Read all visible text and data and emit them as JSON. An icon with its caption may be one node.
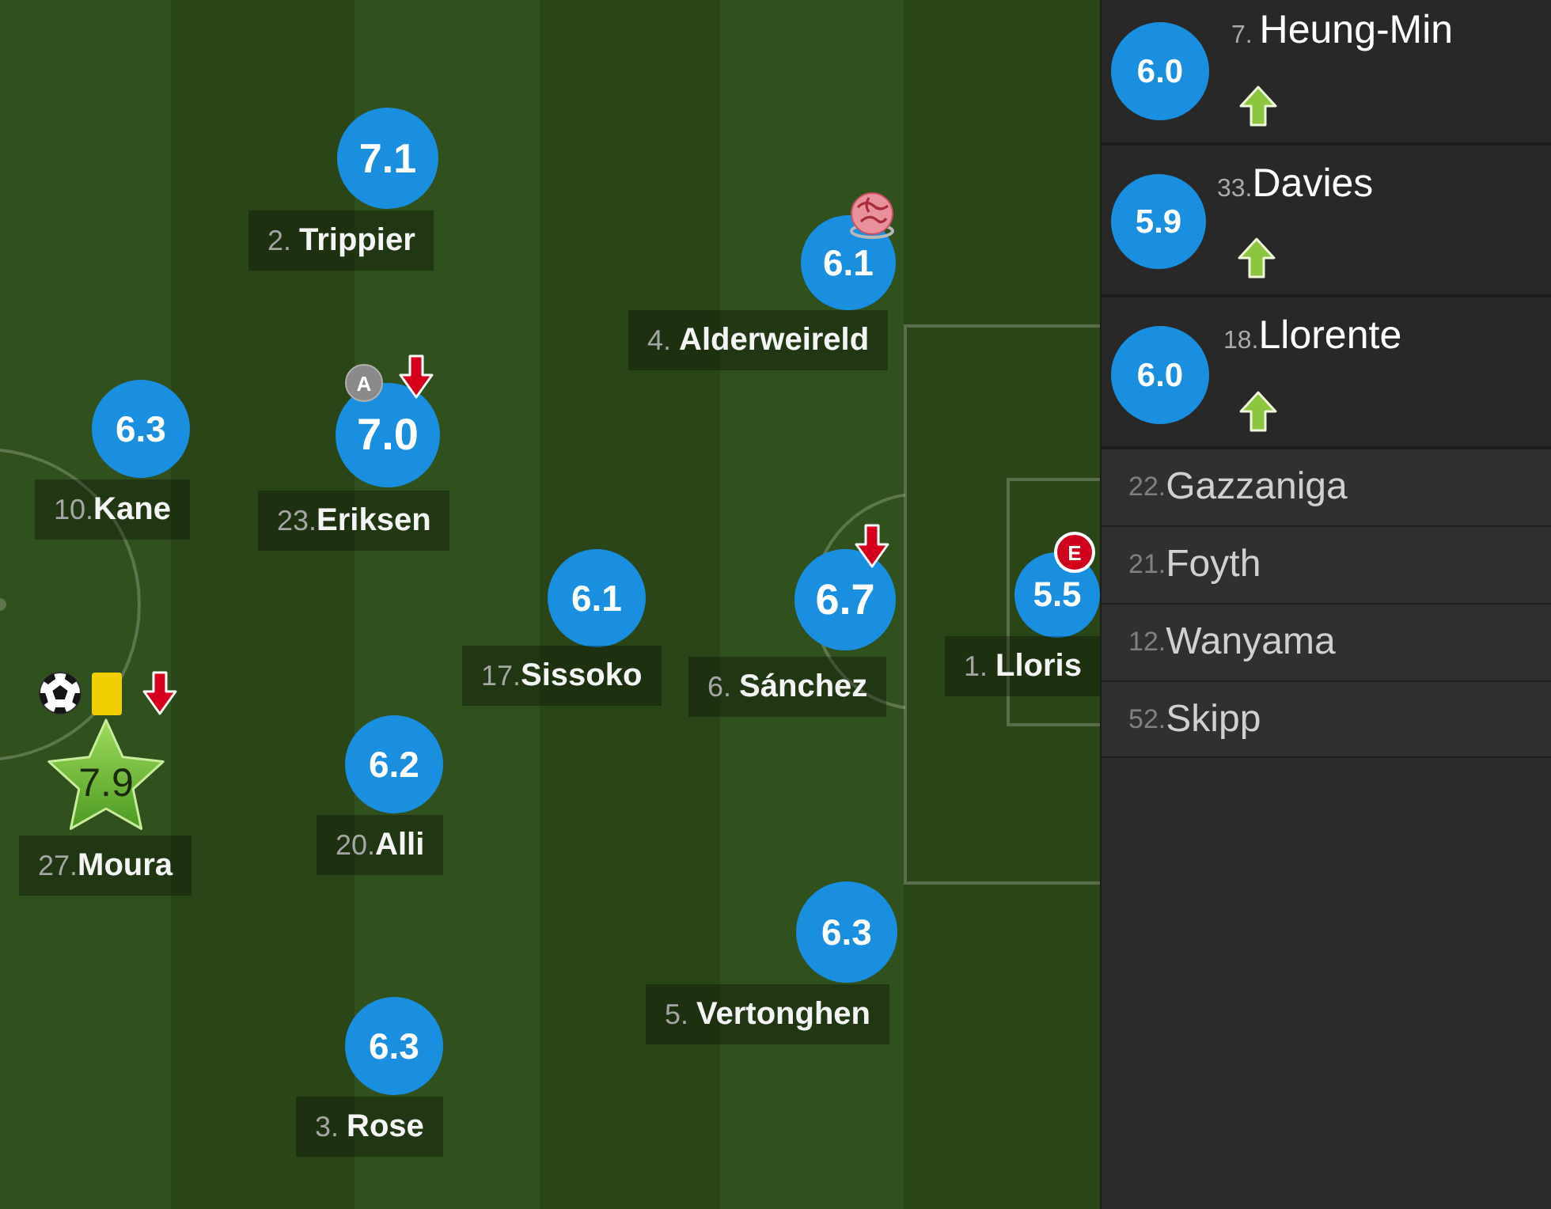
{
  "diagram": {
    "nodes": [
      {
        "text": [
          "7.1"
        ]
      },
      {
        "text": [
          "2. Trippier"
        ]
      },
      {
        "text": [
          "6.1"
        ]
      },
      {
        "text": [
          "4. Alderweireld"
        ]
      },
      {
        "text": [
          "6.3"
        ]
      },
      {
        "text": [
          "10.Kane"
        ]
      },
      {
        "text": [
          "A"
        ]
      },
      {
        "text": [
          "7.0"
        ]
      },
      {
        "text": [
          "23.Eriksen"
        ]
      },
      {
        "text": [
          "6.1"
        ]
      },
      {
        "text": [
          "17.Sissoko"
        ]
      },
      {
        "text": [
          "6.7"
        ]
      },
      {
        "text": [
          "6. Sánchez"
        ]
      },
      {
        "text": [
          "E"
        ]
      },
      {
        "text": [
          "5.5"
        ]
      },
      {
        "text": [
          "1. Lloris"
        ]
      },
      {
        "text": [
          "7.9"
        ]
      },
      {
        "text": [
          "27.Moura"
        ]
      },
      {
        "text": [
          "6.2"
        ]
      },
      {
        "text": [
          "20.Alli"
        ]
      },
      {
        "text": [
          "6.3"
        ]
      },
      {
        "text": [
          "5. Vertonghen"
        ]
      },
      {
        "text": [
          "6.3"
        ]
      },
      {
        "text": [
          "3. Rose"
        ]
      },
      {
        "text": [
          "7. Heung-Min"
        ]
      },
      {
        "text": [
          "6.0"
        ],
        "in": 24
      },
      {
        "text": [
          "33.Davies"
        ]
      },
      {
        "text": [
          "5.9"
        ],
        "in": 26
      },
      {
        "text": [
          "18.Llorente"
        ]
      },
      {
        "text": [
          "6.0"
        ],
        "in": 28
      },
      {
        "text": [
          "22.Gazzaniga"
        ]
      },
      {
        "text": [
          "21.Foyth"
        ]
      },
      {
        "text": [
          "12.Wanyama"
        ]
      },
      {
        "text": [
          "52.Skipp"
        ]
      }
    ]
  }
}
